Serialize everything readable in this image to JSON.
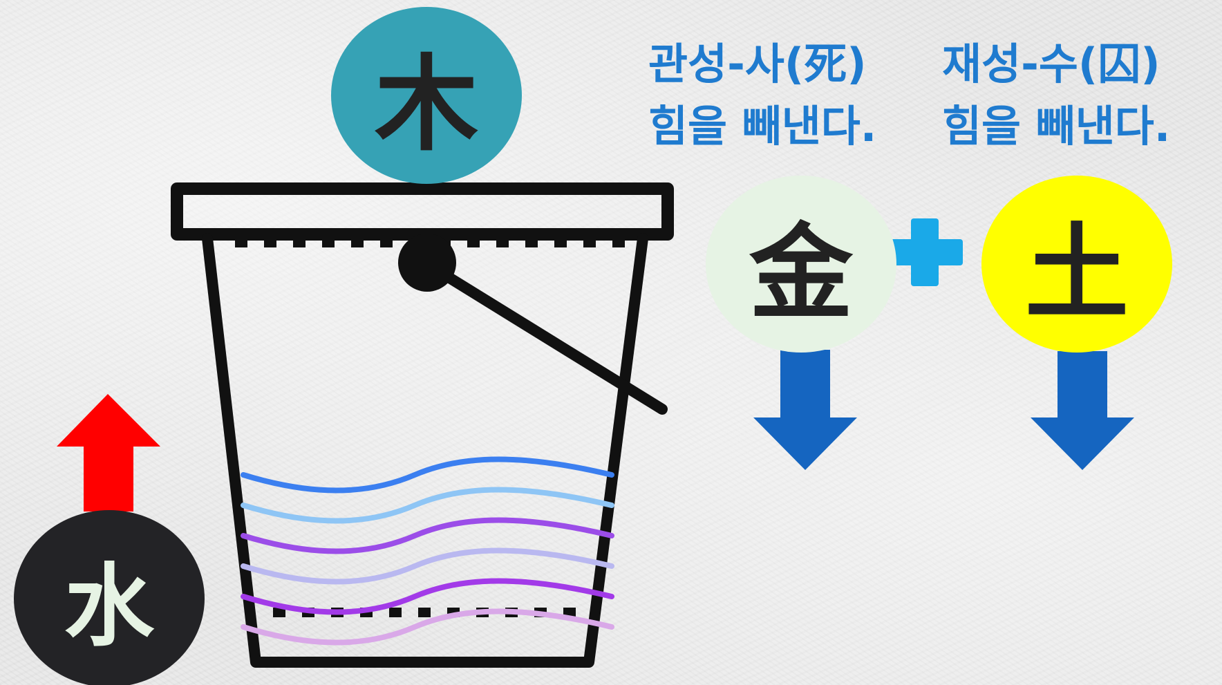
{
  "elements": {
    "wood": {
      "char": "木",
      "bg": "#36a2b5",
      "fg": "#222222"
    },
    "metal": {
      "char": "金",
      "bg": "#e6f3e4",
      "fg": "#222222"
    },
    "earth": {
      "char": "土",
      "bg": "#ffff00",
      "fg": "#222222"
    },
    "water": {
      "char": "水",
      "bg": "#232326",
      "fg": "#e6f3e4"
    }
  },
  "captions": {
    "gwanseong": "관성-사(死)",
    "jaeseong": "재성-수(囚)",
    "weaken_left": "힘을 빼낸다.",
    "weaken_right": "힘을 빼낸다."
  },
  "colors": {
    "caption": "#1f7bcf",
    "plus": "#1aa9e8",
    "down_arrow": "#1565c0",
    "up_arrow": "#ff0000",
    "bucket": "#111111",
    "waves": [
      "#3b7ff0",
      "#8ec5f5",
      "#9b4de8",
      "#b9b8f0",
      "#a23ae8",
      "#d9a8e8"
    ]
  },
  "icons": {
    "plus": "plus-icon",
    "down_arrow": "arrow-down-icon",
    "up_arrow": "arrow-up-icon",
    "bucket": "bucket-icon"
  }
}
